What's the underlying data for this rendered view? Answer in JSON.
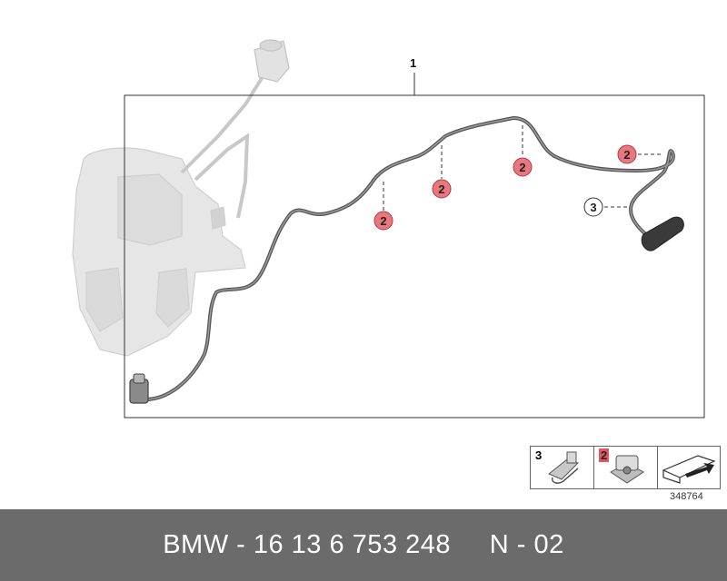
{
  "diagram": {
    "main_label": "1",
    "callouts": [
      {
        "text": "2",
        "style": "highlight"
      },
      {
        "text": "2",
        "style": "highlight"
      },
      {
        "text": "2",
        "style": "highlight"
      },
      {
        "text": "2",
        "style": "highlight"
      },
      {
        "text": "3",
        "style": "plain"
      }
    ],
    "colors": {
      "highlight_fill": "#e8787e",
      "highlight_stroke": "#b03a44",
      "line": "#666666",
      "tank": "#e6e6e6"
    }
  },
  "legend": {
    "items": [
      {
        "number": "3",
        "icon": "clip-icon"
      },
      {
        "number": "2",
        "icon": "clamp-icon",
        "highlight": true
      },
      {
        "number": "",
        "icon": "pointer-arrow-icon"
      }
    ],
    "ref_number": "348764"
  },
  "footer": {
    "text": "BMW - 16 13 6 753 248     N - 02"
  }
}
